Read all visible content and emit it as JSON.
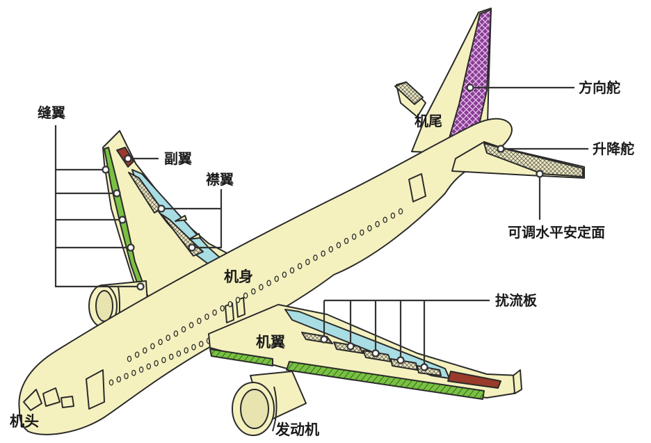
{
  "labels": {
    "slat": "缝翼",
    "aileron": "副翼",
    "flap": "襟翼",
    "tail": "机尾",
    "rudder": "方向舵",
    "elevator": "升降舵",
    "adjustable_stabilizer": "可调水平安定面",
    "fuselage": "机身",
    "spoiler": "扰流板",
    "wing": "机翼",
    "nose": "机头",
    "engine": "发动机"
  },
  "colors": {
    "body": "#f4f1bf",
    "outline": "#2a2a2a",
    "slat": "#7ac143",
    "aileron": "#9a3a2a",
    "flap": "#a8dde3",
    "rudder": "#8a3c95",
    "hatch": "#c8c2a0"
  }
}
